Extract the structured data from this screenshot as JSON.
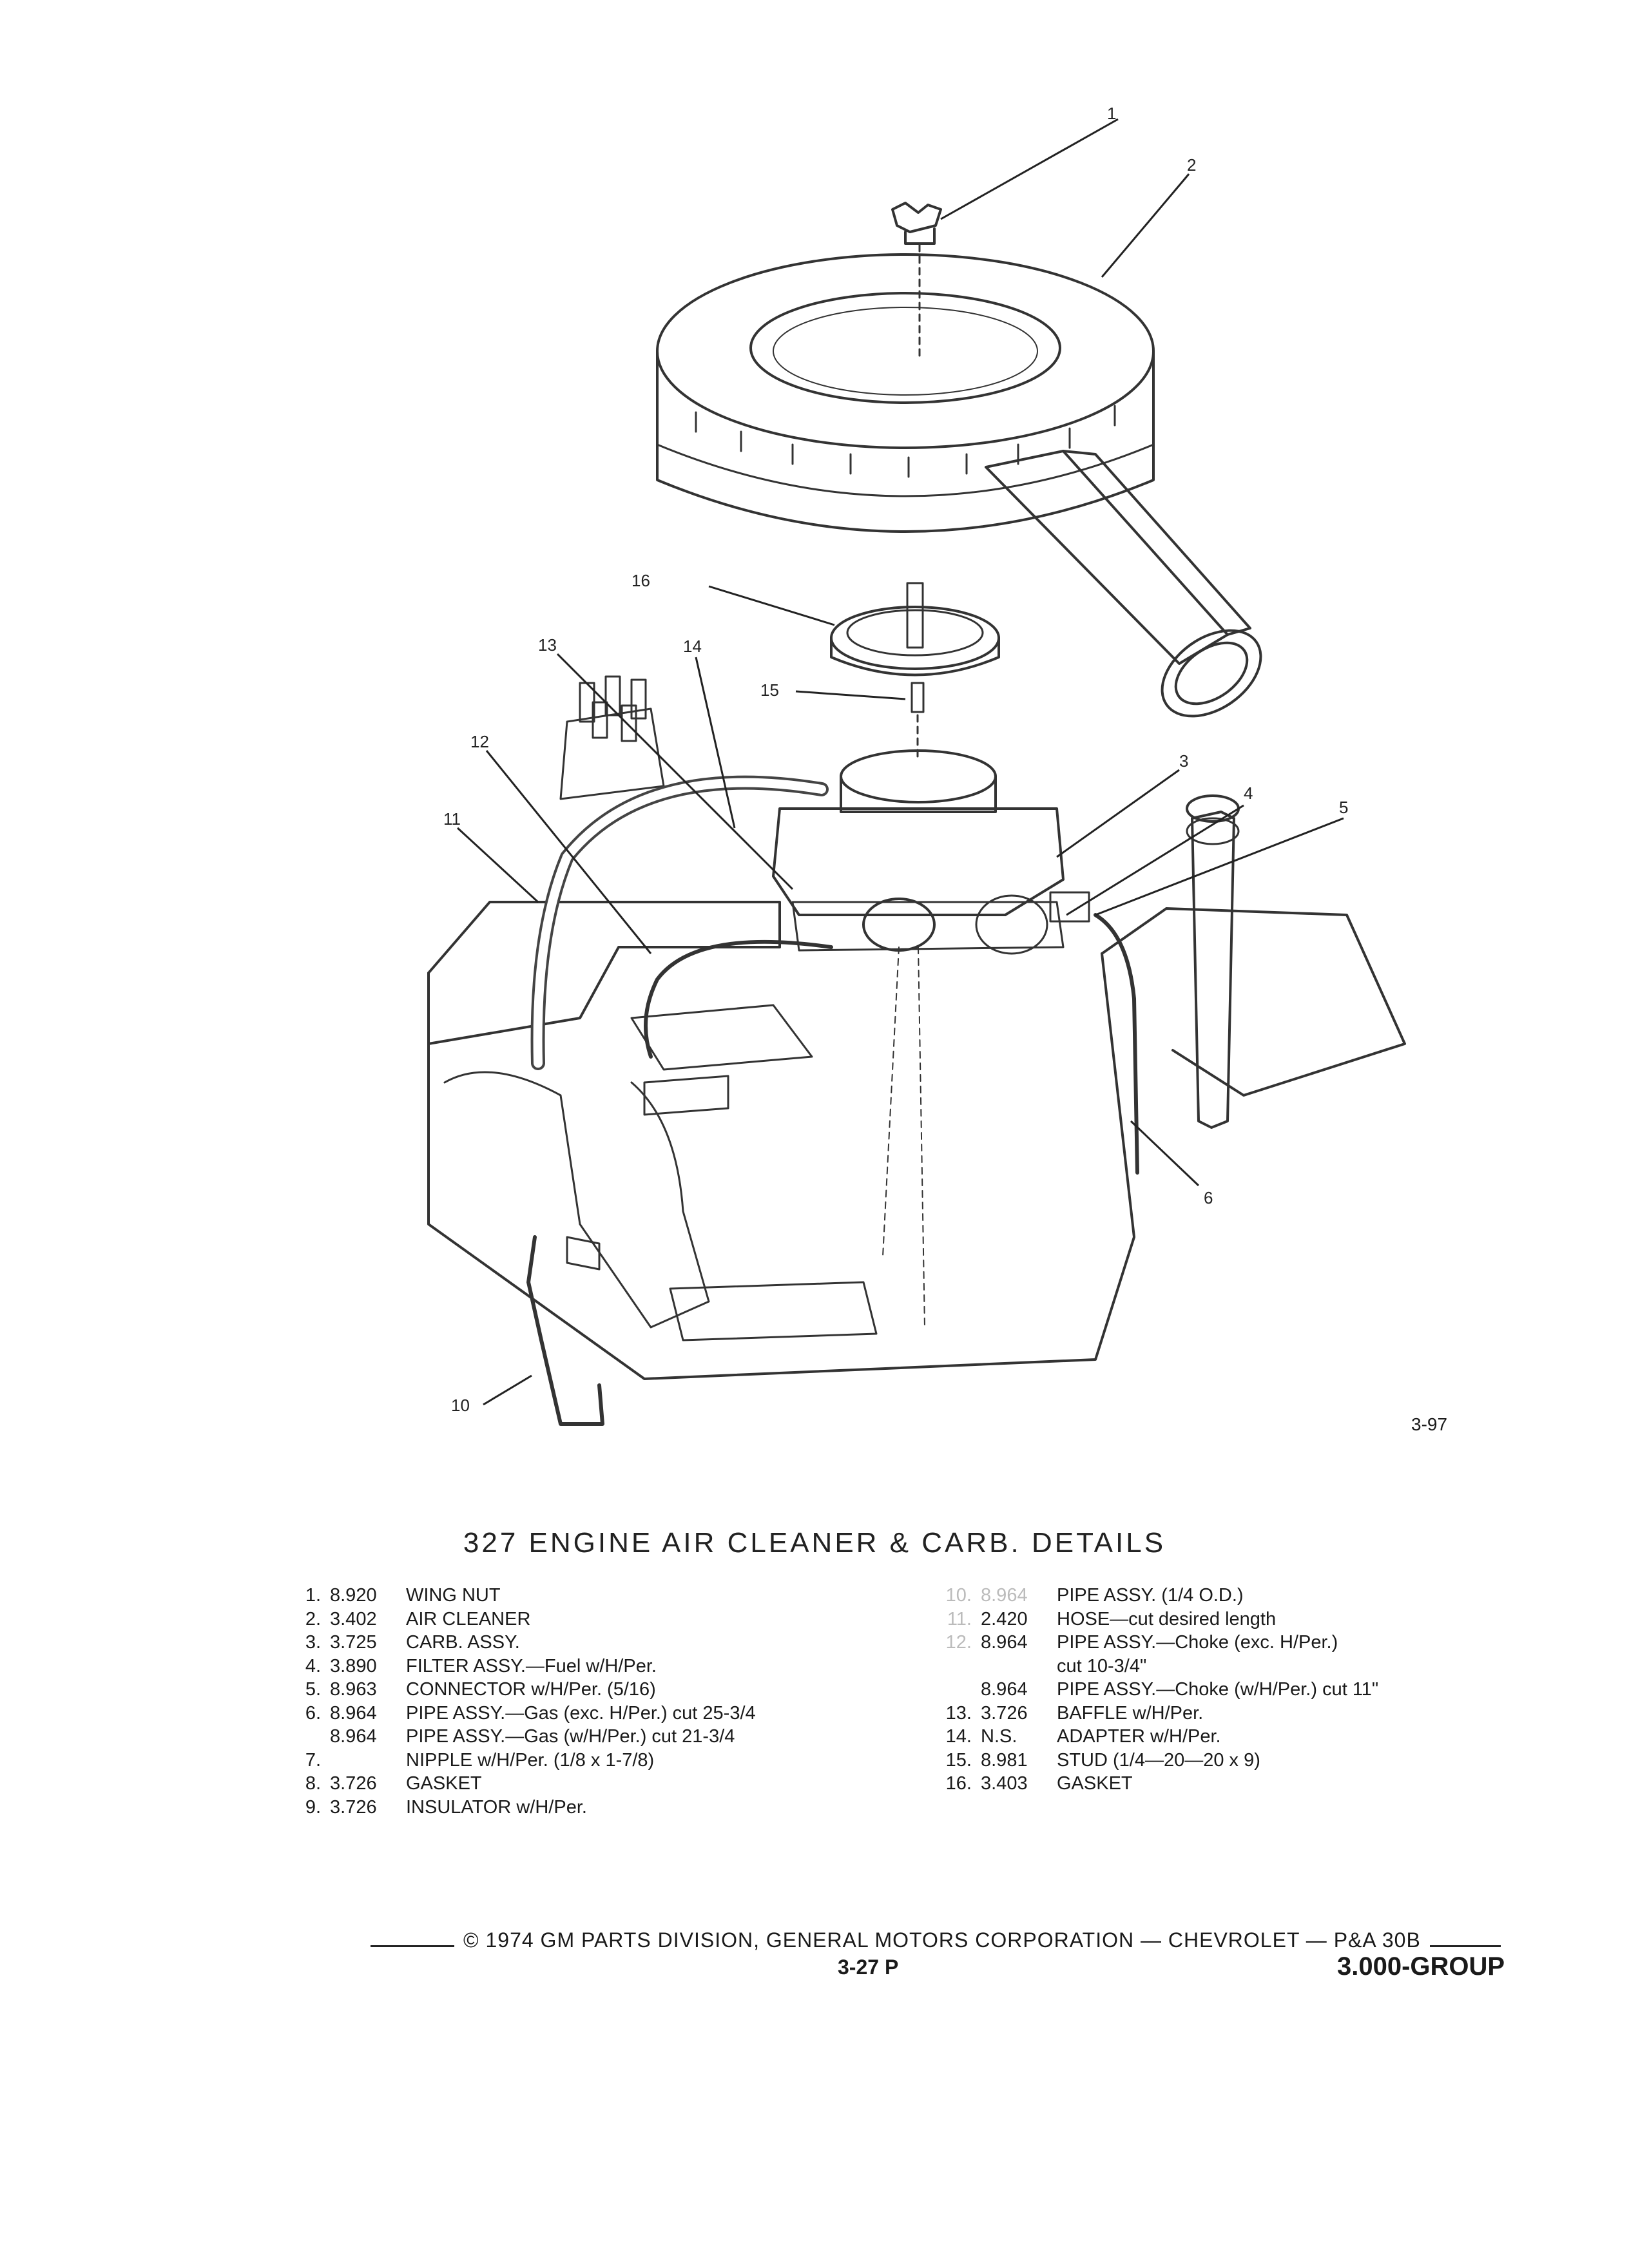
{
  "diagram": {
    "callouts": [
      "1",
      "2",
      "3",
      "4",
      "5",
      "6",
      "10",
      "11",
      "12",
      "13",
      "14",
      "15",
      "16"
    ],
    "figure_ref": "3-97"
  },
  "title": "327 ENGINE AIR CLEANER & CARB. DETAILS",
  "parts_left": [
    {
      "num": "1.",
      "code": "8.920",
      "desc": "WING NUT"
    },
    {
      "num": "2.",
      "code": "3.402",
      "desc": "AIR CLEANER"
    },
    {
      "num": "3.",
      "code": "3.725",
      "desc": "CARB. ASSY."
    },
    {
      "num": "4.",
      "code": "3.890",
      "desc": "FILTER ASSY.—Fuel w/H/Per."
    },
    {
      "num": "5.",
      "code": "8.963",
      "desc": "CONNECTOR w/H/Per. (5/16)"
    },
    {
      "num": "6.",
      "code": "8.964",
      "desc": "PIPE ASSY.—Gas (exc. H/Per.) cut 25-3/4"
    },
    {
      "num": "",
      "code": "8.964",
      "desc": "PIPE ASSY.—Gas (w/H/Per.) cut 21-3/4"
    },
    {
      "num": "7.",
      "code": "",
      "desc": "NIPPLE w/H/Per. (1/8 x 1-7/8)"
    },
    {
      "num": "8.",
      "code": "3.726",
      "desc": "GASKET"
    },
    {
      "num": "9.",
      "code": "3.726",
      "desc": "INSULATOR w/H/Per."
    }
  ],
  "parts_right": [
    {
      "num": "10.",
      "code": "8.964",
      "desc": "PIPE ASSY. (1/4 O.D.)"
    },
    {
      "num": "11.",
      "code": "2.420",
      "desc": "HOSE—cut desired length"
    },
    {
      "num": "12.",
      "code": "8.964",
      "desc": "PIPE ASSY.—Choke (exc. H/Per.)"
    },
    {
      "num": "",
      "code": "",
      "desc": "cut 10-3/4\""
    },
    {
      "num": "",
      "code": "8.964",
      "desc": "PIPE ASSY.—Choke (w/H/Per.) cut 11\""
    },
    {
      "num": "13.",
      "code": "3.726",
      "desc": "BAFFLE w/H/Per."
    },
    {
      "num": "14.",
      "code": "N.S.",
      "desc": "ADAPTER w/H/Per."
    },
    {
      "num": "15.",
      "code": "8.981",
      "desc": "STUD (1/4—20—20 x 9)"
    },
    {
      "num": "16.",
      "code": "3.403",
      "desc": "GASKET"
    }
  ],
  "footer": {
    "copyright": "© 1974 GM PARTS DIVISION, GENERAL MOTORS CORPORATION — CHEVROLET — P&A 30B",
    "page": "3-27 P",
    "group": "3.000-GROUP"
  }
}
